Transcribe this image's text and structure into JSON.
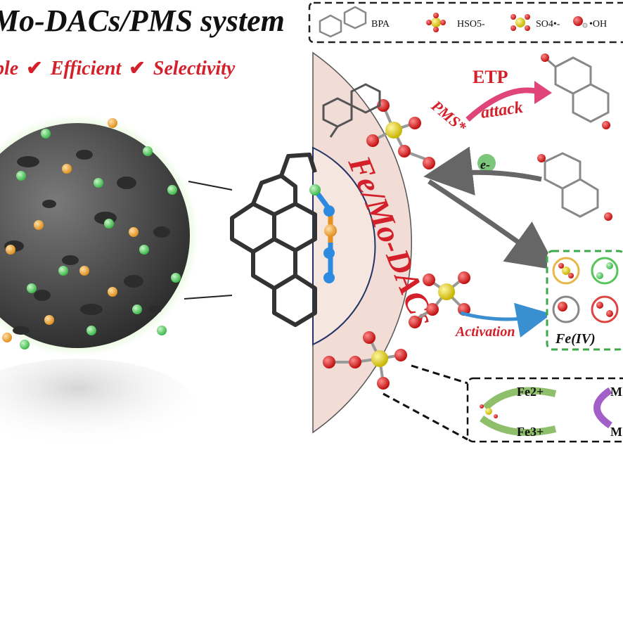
{
  "header": {
    "title": "Mo-DACs/PMS system",
    "subtitle_items": [
      "ble",
      "Efficient",
      "Selectivity"
    ]
  },
  "legend": {
    "items": [
      "BPA",
      "HSO5-",
      "SO4•-",
      "•OH"
    ]
  },
  "circle_labels": {
    "ring_label": "Fe/Mo-DACs",
    "pms": "PMS*",
    "etp": "ETP",
    "attack": "attack",
    "electron": "e-",
    "activation": "Activation",
    "fe_iv": "Fe(IV)"
  },
  "cycle": {
    "fe2": "Fe2+",
    "fe3": "Fe3+",
    "m1": "M",
    "m2": "M"
  },
  "colors": {
    "sphere": "#4a4a4a",
    "green_atom": "#5fd36a",
    "orange_atom": "#f0a33a",
    "red_text": "#d4202a",
    "ring_fill": "#f3dcd4",
    "pink_arrow": "#e0457a",
    "dashed_green": "#3caa4a"
  }
}
